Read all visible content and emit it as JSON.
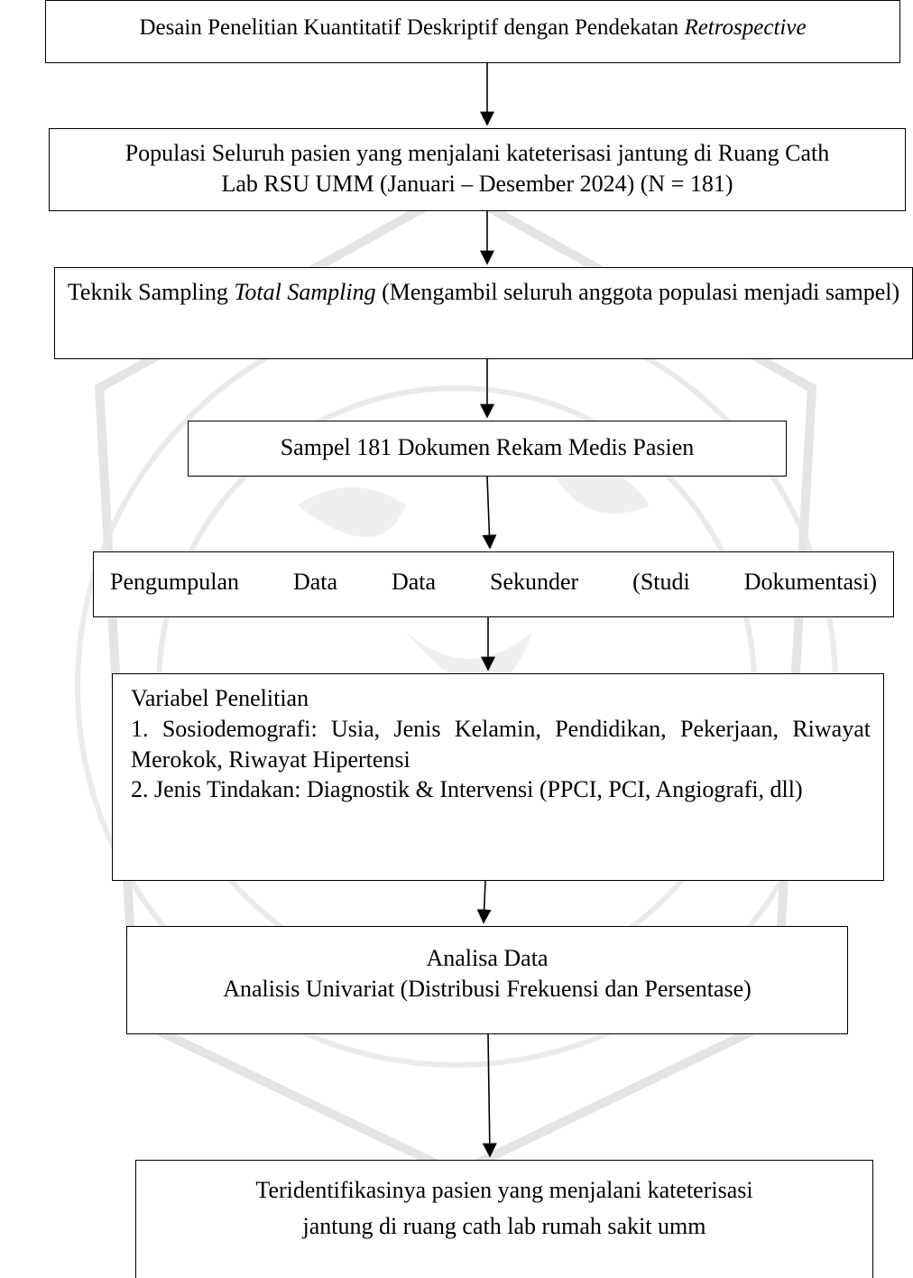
{
  "flowchart": {
    "design": {
      "text": "Desain Penelitian Kuantitatif  Deskriptif dengan Pendekatan ",
      "italic": "Retrospective"
    },
    "population": {
      "line1": "Populasi Seluruh pasien yang menjalani kateterisasi jantung di Ruang Cath",
      "line2": "Lab RSU UMM (Januari – Desember 2024) (N = 181)"
    },
    "sampling": {
      "prefix": "Teknik Sampling ",
      "italic": "Total Sampling",
      "suffix": " (Mengambil seluruh anggota populasi menjadi sampel)"
    },
    "sample": {
      "text": "Sampel 181 Dokumen Rekam Medis Pasien"
    },
    "collection": {
      "text": "Pengumpulan Data Data Sekunder (Studi Dokumentasi)"
    },
    "variables": {
      "title": "Variabel Penelitian",
      "item1": "1. Sosiodemografi: Usia, Jenis Kelamin, Pendidikan, Pekerjaan, Riwayat Merokok, Riwayat Hipertensi",
      "item2": "2. Jenis Tindakan: Diagnostik & Intervensi (PPCI, PCI, Angiografi, dll)"
    },
    "analysis": {
      "line1": "Analisa Data",
      "line2": "Analisis Univariat (Distribusi Frekuensi dan Persentase)"
    },
    "result": {
      "line1": "Teridentifikasinya pasien yang menjalani kateterisasi",
      "line2": "jantung di ruang cath lab rumah sakit umm"
    }
  }
}
